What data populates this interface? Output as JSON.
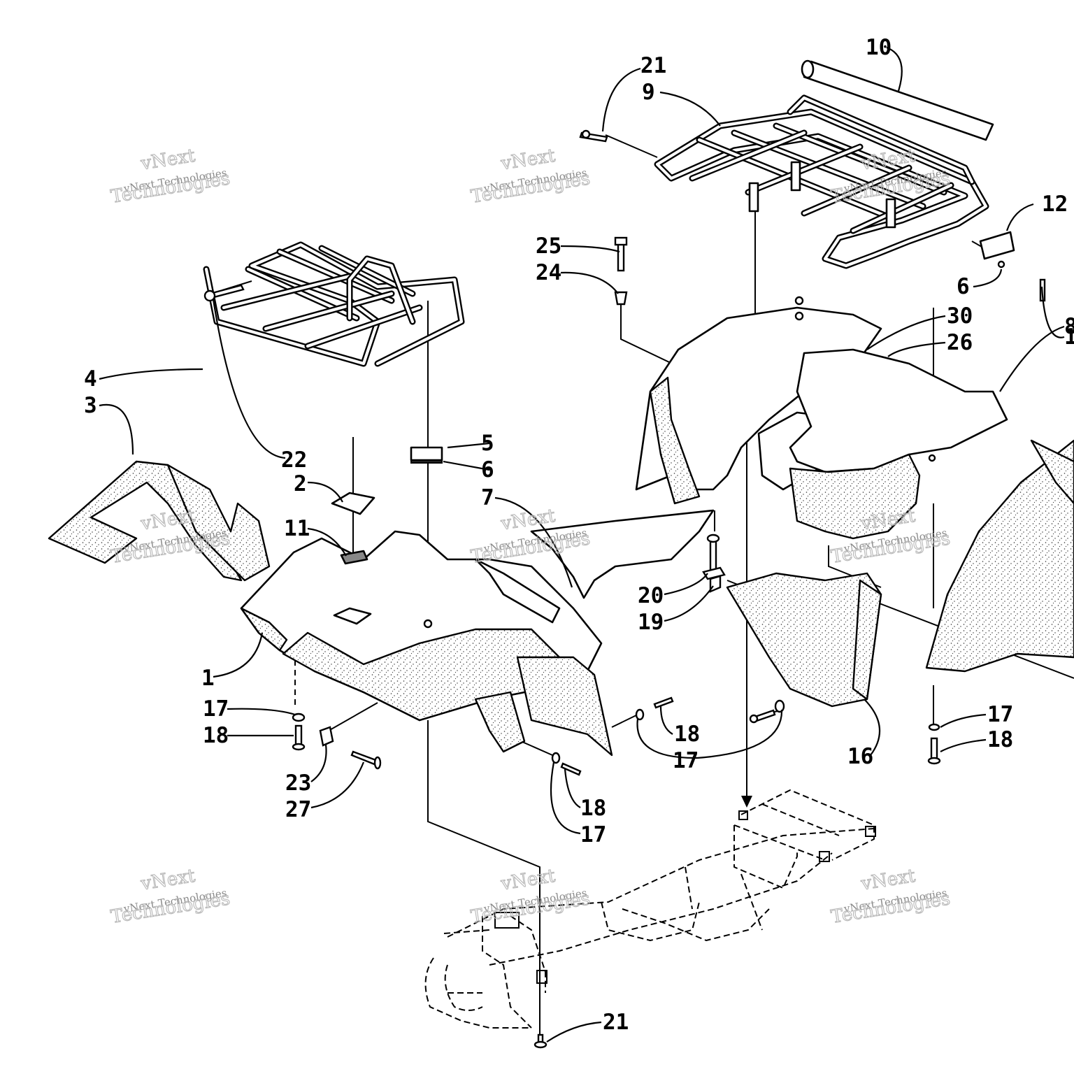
{
  "watermark": {
    "line1": "vNext",
    "line2": "vNext Technologies",
    "line3": "Technologies"
  },
  "callouts": [
    {
      "id": "c21a",
      "text": "21"
    },
    {
      "id": "c9",
      "text": "9"
    },
    {
      "id": "c10",
      "text": "10"
    },
    {
      "id": "c12",
      "text": "12"
    },
    {
      "id": "c6a",
      "text": "6"
    },
    {
      "id": "c25",
      "text": "25"
    },
    {
      "id": "c24",
      "text": "24"
    },
    {
      "id": "c30",
      "text": "30"
    },
    {
      "id": "c26",
      "text": "26"
    },
    {
      "id": "c8",
      "text": "8"
    },
    {
      "id": "c1x",
      "text": "1"
    },
    {
      "id": "c4",
      "text": "4"
    },
    {
      "id": "c3",
      "text": "3"
    },
    {
      "id": "c22",
      "text": "22"
    },
    {
      "id": "c5",
      "text": "5"
    },
    {
      "id": "c6b",
      "text": "6"
    },
    {
      "id": "c2",
      "text": "2"
    },
    {
      "id": "c7",
      "text": "7"
    },
    {
      "id": "c11",
      "text": "11"
    },
    {
      "id": "c20",
      "text": "20"
    },
    {
      "id": "c19",
      "text": "19"
    },
    {
      "id": "c1",
      "text": "1"
    },
    {
      "id": "c17a",
      "text": "17"
    },
    {
      "id": "c18a",
      "text": "18"
    },
    {
      "id": "c23",
      "text": "23"
    },
    {
      "id": "c27",
      "text": "27"
    },
    {
      "id": "c18b",
      "text": "18"
    },
    {
      "id": "c17b",
      "text": "17"
    },
    {
      "id": "c18c",
      "text": "18"
    },
    {
      "id": "c17c",
      "text": "17"
    },
    {
      "id": "c16",
      "text": "16"
    },
    {
      "id": "c17d",
      "text": "17"
    },
    {
      "id": "c18d",
      "text": "18"
    },
    {
      "id": "c21b",
      "text": "21"
    }
  ]
}
